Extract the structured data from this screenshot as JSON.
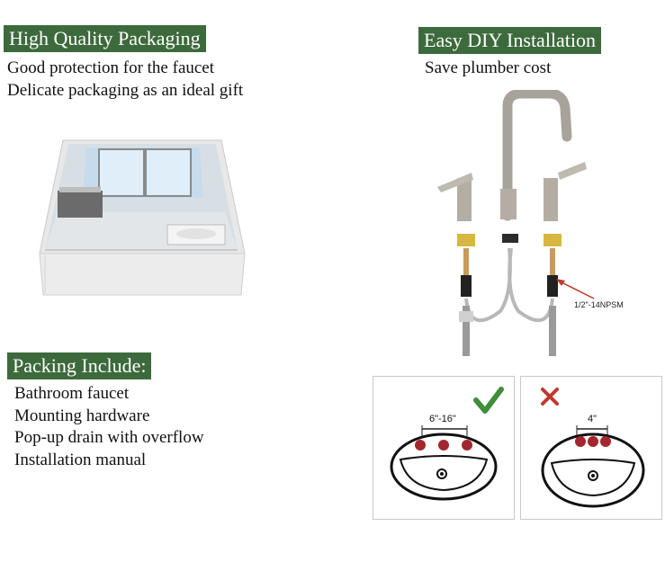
{
  "packaging": {
    "heading": "High Quality Packaging",
    "lines": [
      "Good protection for the faucet",
      "Delicate packaging as an ideal gift"
    ]
  },
  "installation": {
    "heading": "Easy DIY Installation",
    "subtitle": "Save plumber cost",
    "thread_label": "1/2\"-14NPSM"
  },
  "packing": {
    "heading": "Packing Include:",
    "items": [
      "Bathroom faucet",
      "Mounting hardware",
      "Pop-up drain with overflow",
      "Installation manual"
    ]
  },
  "sinks": {
    "correct_spacing": "6\"-16\"",
    "wrong_spacing": "4\""
  },
  "colors": {
    "heading_bg": "#3d6a3c",
    "check_green": "#3e8e3a",
    "cross_red": "#c0392b",
    "hole_red": "#a3262e"
  }
}
